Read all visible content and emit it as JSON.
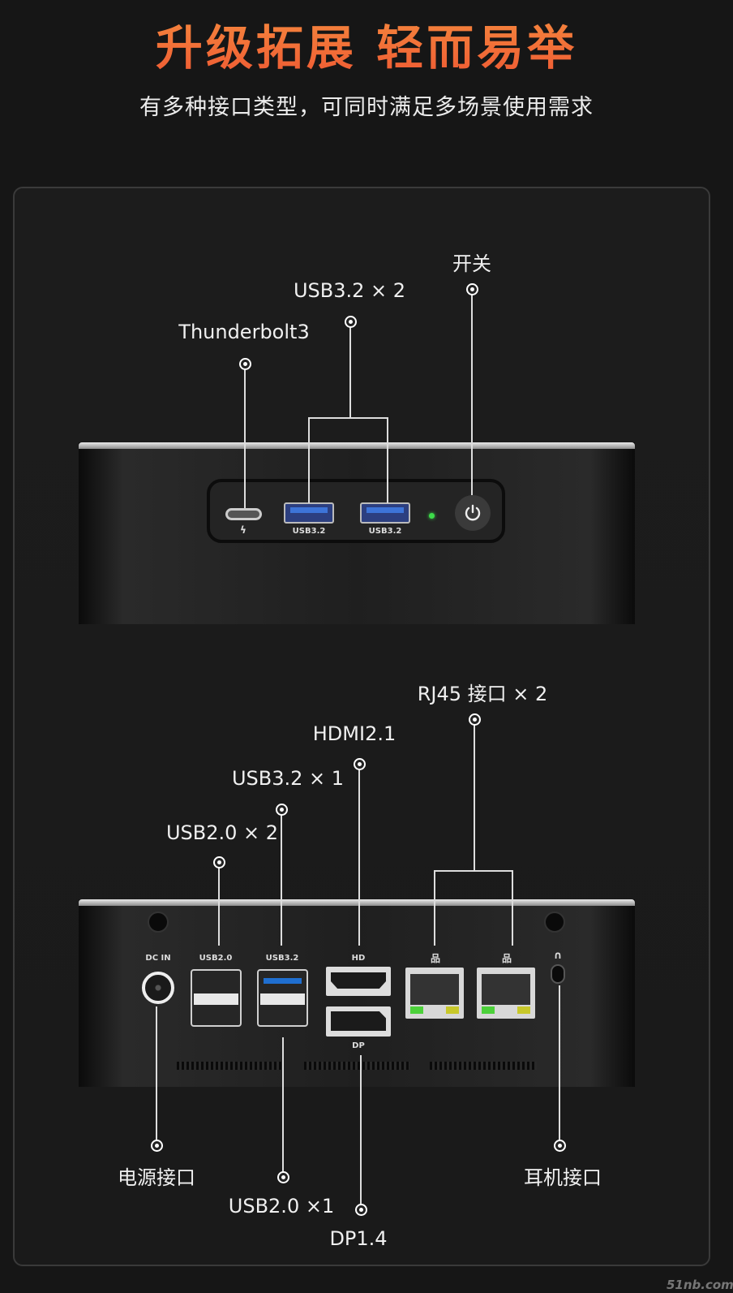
{
  "header": {
    "title": "升级拓展 轻而易举",
    "subtitle": "有多种接口类型，可同时满足多场景使用需求"
  },
  "front": {
    "labels": {
      "thunderbolt": "Thunderbolt3",
      "usb32x2": "USB3.2 × 2",
      "power": "开关"
    },
    "port_text": {
      "usb1": "USB3.2",
      "usb2": "USB3.2",
      "bolt": "ϟ"
    },
    "led_color": "#3ddc4a"
  },
  "back": {
    "labels": {
      "usb20x2": "USB2.0 × 2",
      "usb32x1": "USB3.2 × 1",
      "hdmi": "HDMI2.1",
      "rj45": "RJ45 接口 × 2",
      "power_port": "电源接口",
      "usb20x1": "USB2.0 ×1",
      "dp": "DP1.4",
      "headphone": "耳机接口"
    },
    "port_text": {
      "dcin": "DC IN",
      "usb20": "USB2.0",
      "usb32": "USB3.2",
      "hd": "HD",
      "dp": "DP"
    }
  },
  "watermark": "51nb.com",
  "colors": {
    "title": "#f26a3a",
    "usb_blue": "#3d74d8"
  }
}
